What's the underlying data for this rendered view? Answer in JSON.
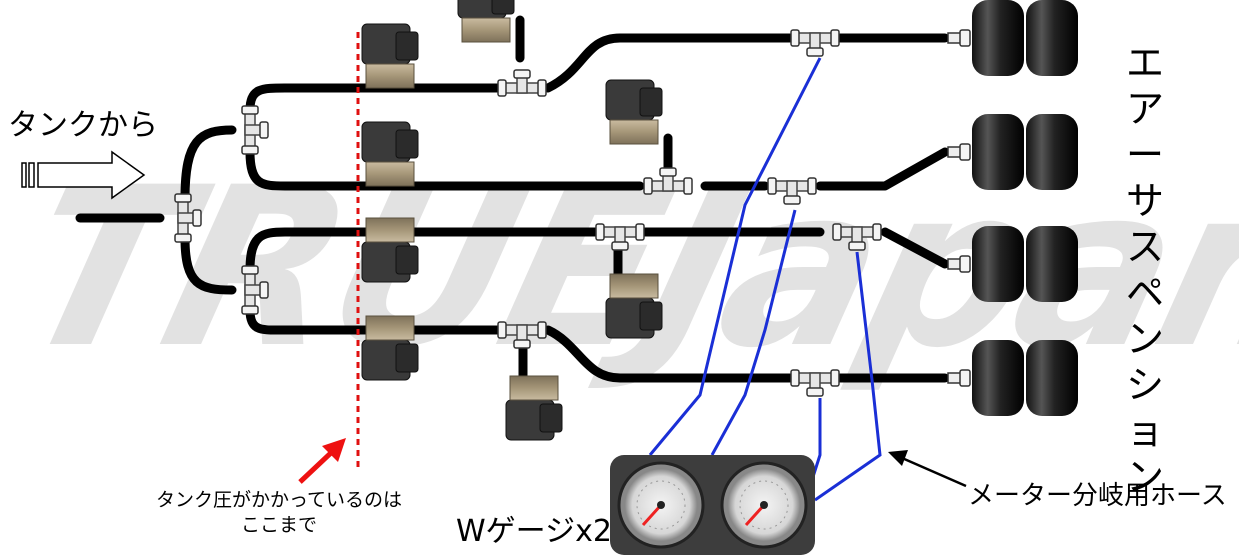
{
  "labels": {
    "from_tank": "タンクから",
    "air_suspension": "エアーサスペンション",
    "tank_pressure_line1": "タンク圧がかかっているのは",
    "tank_pressure_line2": "ここまで",
    "w_gauge": "Wゲージx2",
    "meter_branch_hose": "メーター分岐用ホース"
  },
  "watermark": "TRUEJapan.com",
  "colors": {
    "hose": "#000000",
    "gauge_line": "#1a2fd6",
    "boundary_line": "#e01010",
    "arrow_red": "#ee1111",
    "valve_body": "#3a3a3a",
    "valve_port": "#a89a80",
    "fitting": "#d8d8d8",
    "gauge_panel": "#3d3d3d"
  },
  "icons": [
    "input-arrow-icon",
    "solenoid-valve-icon",
    "tee-fitting-icon",
    "air-bag-icon",
    "gauge-icon",
    "red-arrow-icon",
    "black-arrow-icon"
  ]
}
